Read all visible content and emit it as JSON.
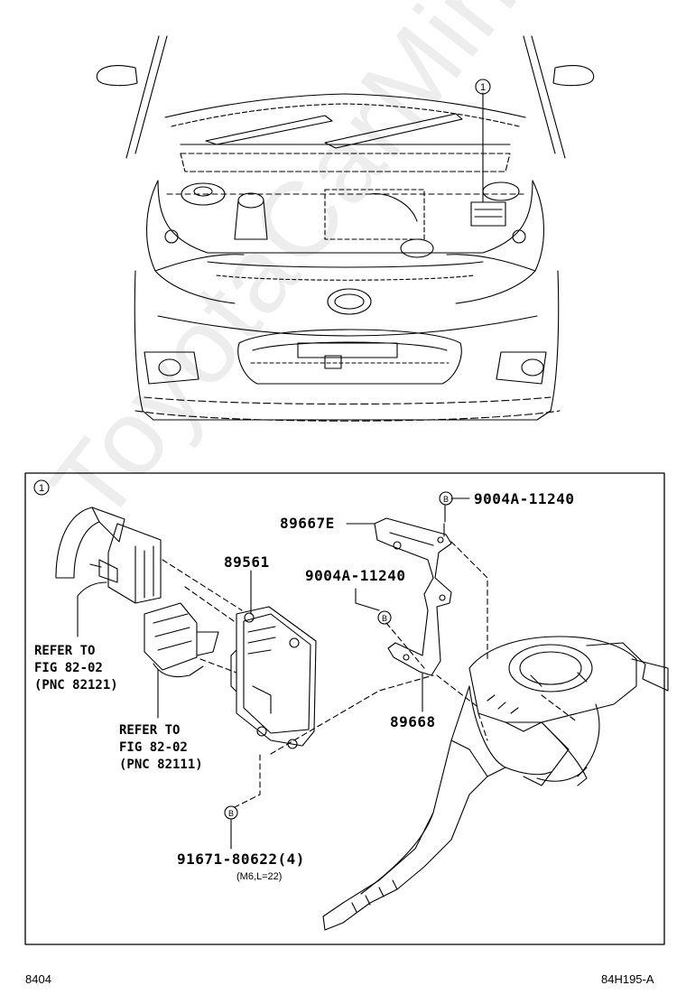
{
  "callout_marker": "1",
  "detail_marker": "1",
  "bolt_marker": "B",
  "parts": {
    "bracket": "89667E",
    "bolt_top": "9004A-11240",
    "bolt_mid": "9004A-11240",
    "ecu": "89561",
    "stay": "89668",
    "bolt_bottom": "91671-80622(4)",
    "bolt_bottom_spec": "(M6,L=22)"
  },
  "refs": {
    "ref1_line1": "REFER TO",
    "ref1_line2": "FIG 82-02",
    "ref1_line3": "(PNC 82121)",
    "ref2_line1": "REFER TO",
    "ref2_line2": "FIG 82-02",
    "ref2_line3": "(PNC 82111)"
  },
  "footer": {
    "left": "8404",
    "right": "84H195-A"
  },
  "watermark": "ToyotaCarMiner.ru"
}
